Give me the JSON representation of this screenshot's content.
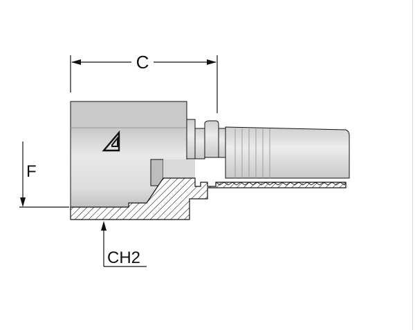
{
  "drawing": {
    "dimension_c": "C",
    "dimension_f": "F",
    "dimension_ch2": "CH2"
  },
  "colors": {
    "metal_light": "#e6e6e6",
    "metal_mid": "#cfcfcf",
    "metal_dark": "#a9a9a9",
    "outline": "#111111",
    "hatch": "#222222"
  },
  "icons": {
    "brand_mark": "triangle-logo-icon"
  }
}
